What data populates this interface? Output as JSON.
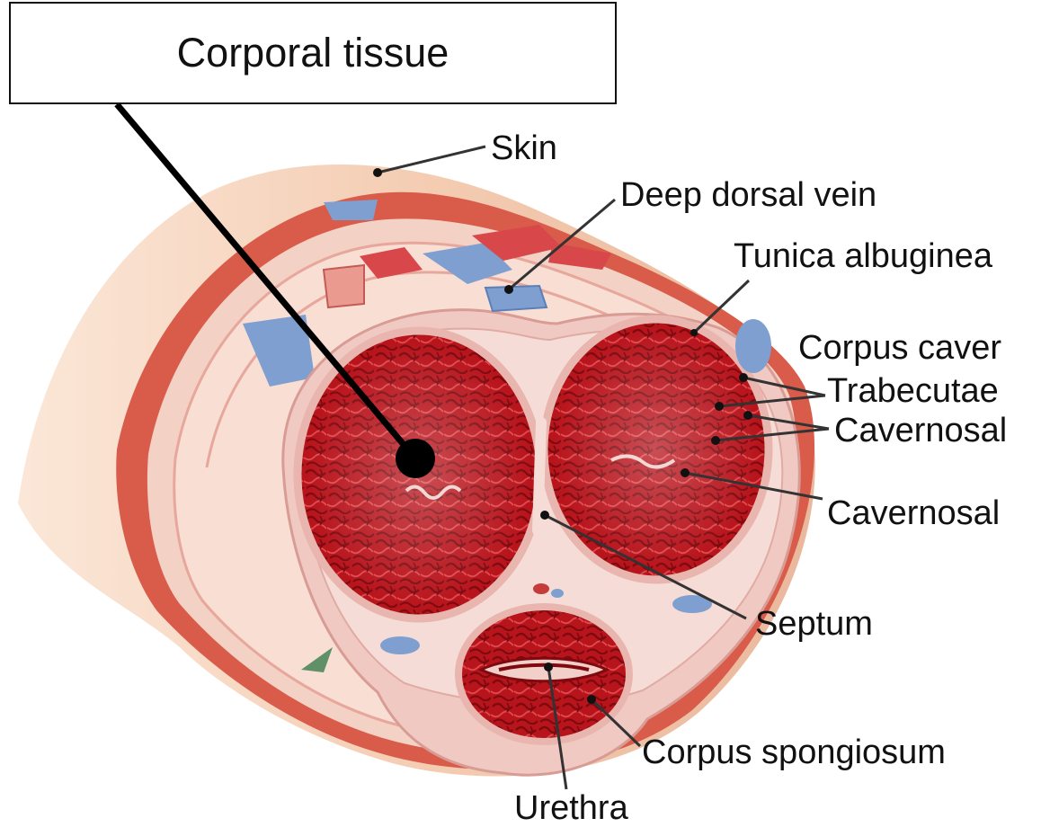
{
  "title": "Corporal tissue",
  "labels": {
    "skin": "Skin",
    "deep_dorsal_vein": "Deep dorsal vein",
    "tunica_albuginea": "Tunica albuginea",
    "corpus_cavernosum": "Corpus caver",
    "trabecutae": "Trabecutae",
    "cavernosal_1": "Cavernosal",
    "cavernosal_2": "Cavernosal",
    "septum": "Septum",
    "corpus_spongiosum": "Corpus spongiosum",
    "urethra": "Urethra"
  },
  "colors": {
    "tissue_red": "#b8141c",
    "tissue_dark": "#7e0a10",
    "membrane_pink": "#f1c9c3",
    "skin_peach": "#f6d2b8",
    "skin_band": "#d95b4a",
    "vein_blue": "#7e9fd0",
    "leader_line": "#333333"
  }
}
